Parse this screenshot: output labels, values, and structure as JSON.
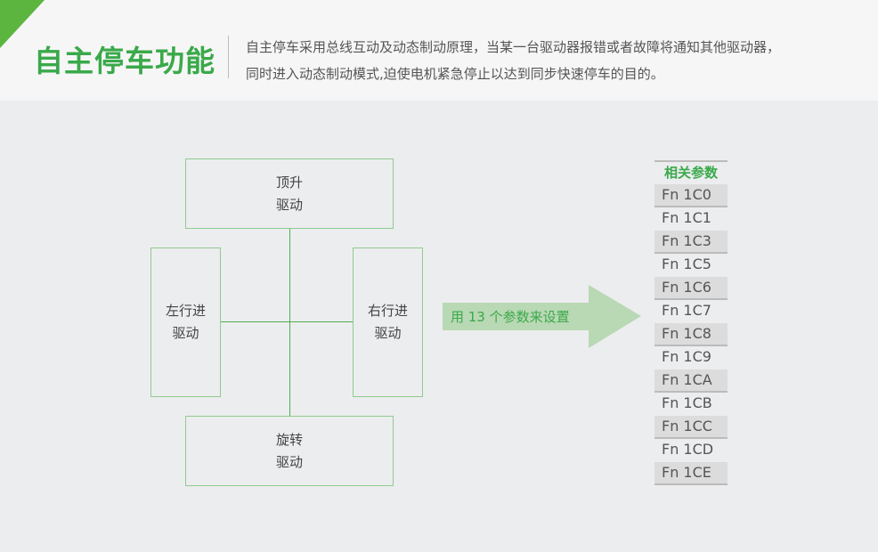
{
  "header": {
    "title": "自主停车功能",
    "desc_line1": "自主停车采用总线互动及动态制动原理，当某一台驱动器报错或者故障将通知其他驱动器，",
    "desc_line2": "同时进入动态制动模式,迫使电机紧急停止以达到同步快速停车的目的。"
  },
  "diagram": {
    "top": {
      "l1": "顶升",
      "l2": "驱动"
    },
    "left": {
      "l1": "左行进",
      "l2": "驱动"
    },
    "right": {
      "l1": "右行进",
      "l2": "驱动"
    },
    "bottom": {
      "l1": "旋转",
      "l2": "驱动"
    }
  },
  "arrow_label": "用 13 个参数来设置",
  "params": {
    "header": "相关参数",
    "items": [
      "Fn 1C0",
      "Fn 1C1",
      "Fn 1C3",
      "Fn 1C5",
      "Fn 1C6",
      "Fn 1C7",
      "Fn 1C8",
      "Fn 1C9",
      "Fn 1CA",
      "Fn 1CB",
      "Fn 1CC",
      "Fn 1CD",
      "Fn 1CE"
    ]
  },
  "colors": {
    "accent": "#3aa94a",
    "arrow": "#b9d8b4"
  }
}
